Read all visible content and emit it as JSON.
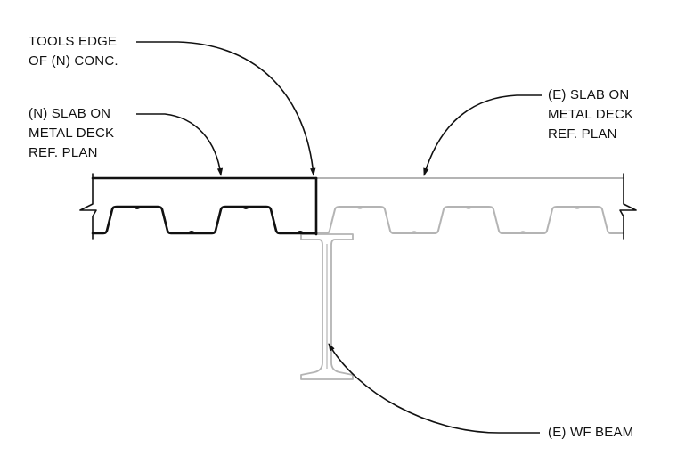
{
  "labels": {
    "tools_edge": [
      "TOOLS EDGE",
      "OF (N) CONC."
    ],
    "new_slab": [
      "(N) SLAB ON",
      "METAL DECK",
      "REF. PLAN"
    ],
    "existing_slab": [
      "(E) SLAB ON",
      "METAL DECK",
      "REF. PLAN"
    ],
    "beam": [
      "(E) WF BEAM"
    ]
  },
  "colors": {
    "new_work": "#111111",
    "existing_work": "#b4b4b4",
    "leader": "#111111"
  }
}
